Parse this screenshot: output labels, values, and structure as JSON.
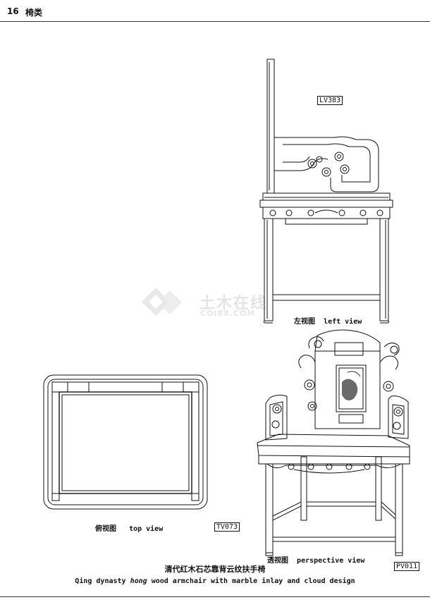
{
  "page": {
    "number": "16",
    "section_title": "椅类"
  },
  "views": {
    "left": {
      "code": "LV383",
      "label_zh": "左视图",
      "label_en": "left view"
    },
    "top": {
      "code": "TV073",
      "label_zh": "俯视图",
      "label_en": "top view"
    },
    "perspective": {
      "code": "PV011",
      "label_zh": "透视图",
      "label_en": "perspective view"
    }
  },
  "caption": {
    "zh": "清代红木石芯靠背云纹扶手椅",
    "en_before": "Qing dynasty ",
    "en_italic": "hong",
    "en_after": " wood armchair with marble inlay and cloud design"
  },
  "watermark": {
    "text": "土木在线",
    "sub": "COI88.COM"
  }
}
